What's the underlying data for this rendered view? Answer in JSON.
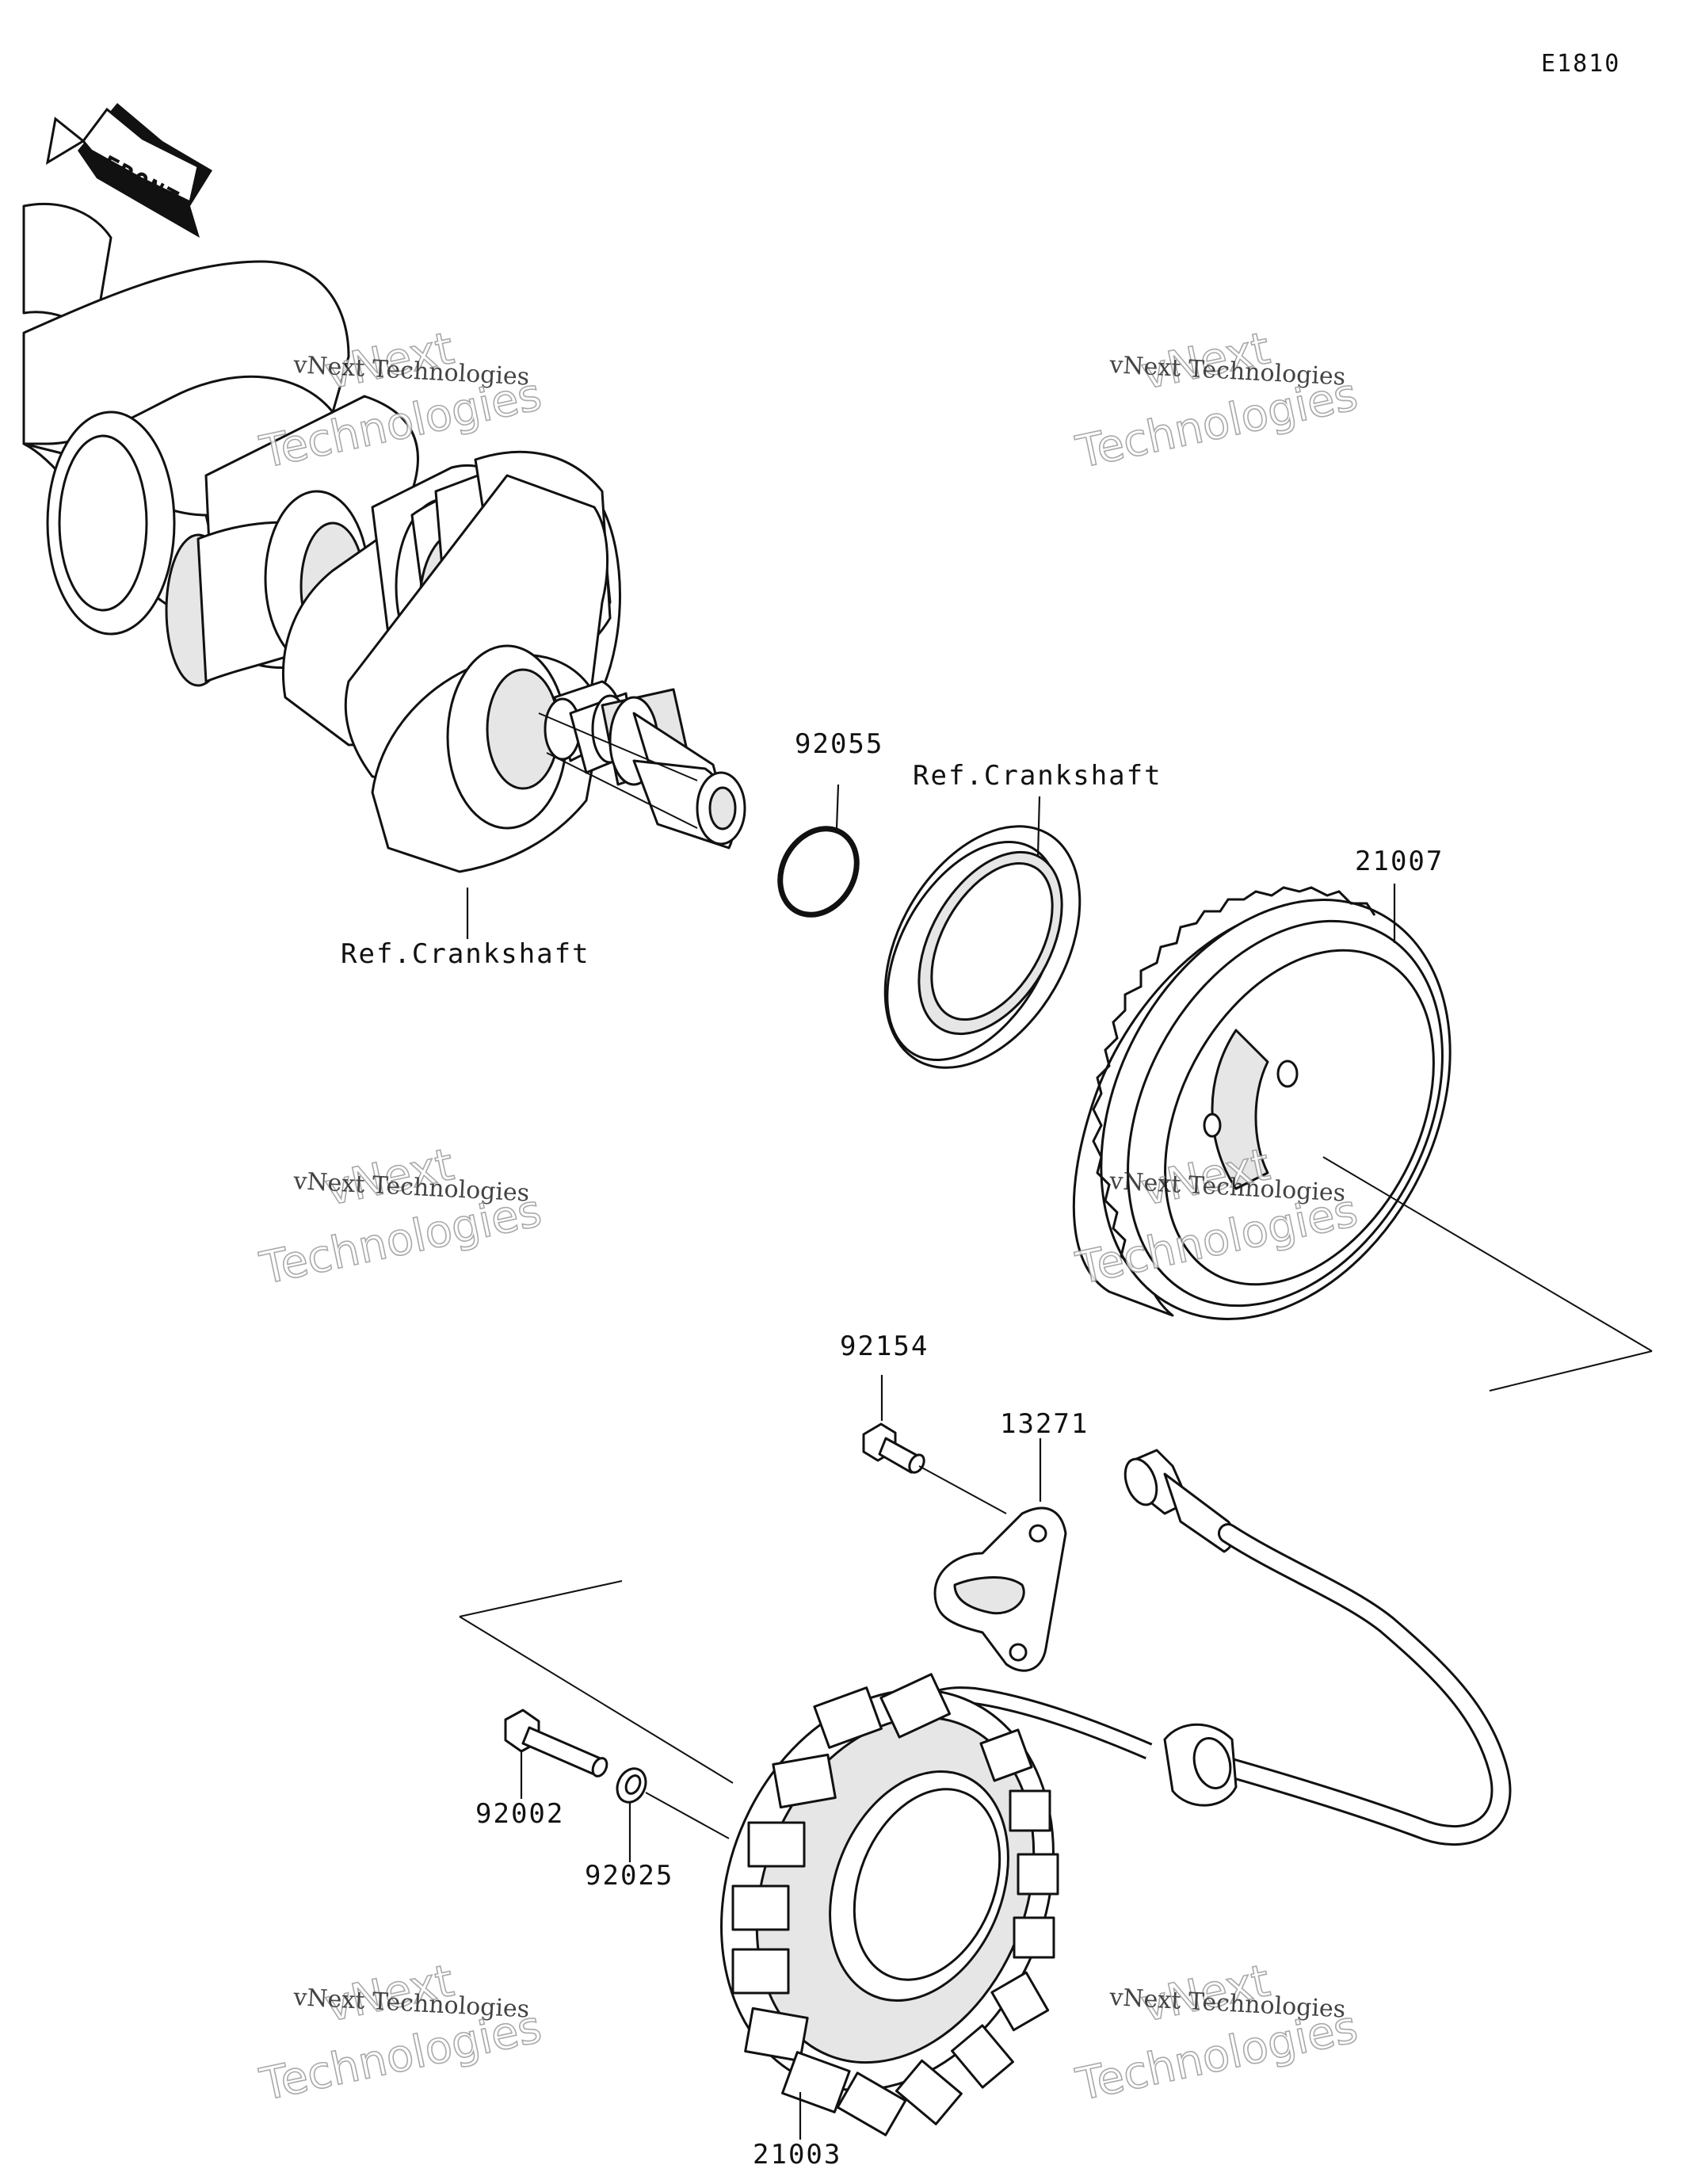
{
  "figure_code": "E1810",
  "front_label": "FRONT",
  "parts": [
    {
      "id": "92055",
      "label": "92055"
    },
    {
      "id": "ref-crankshaft-seal",
      "label": "Ref.Crankshaft"
    },
    {
      "id": "21007",
      "label": "21007"
    },
    {
      "id": "ref-crankshaft",
      "label": "Ref.Crankshaft"
    },
    {
      "id": "92154",
      "label": "92154"
    },
    {
      "id": "13271",
      "label": "13271"
    },
    {
      "id": "92002",
      "label": "92002"
    },
    {
      "id": "92025",
      "label": "92025"
    },
    {
      "id": "21003",
      "label": "21003"
    }
  ],
  "watermark": {
    "line1": "vNext Technologies",
    "big1": "vNext",
    "big2": "Technologies"
  }
}
